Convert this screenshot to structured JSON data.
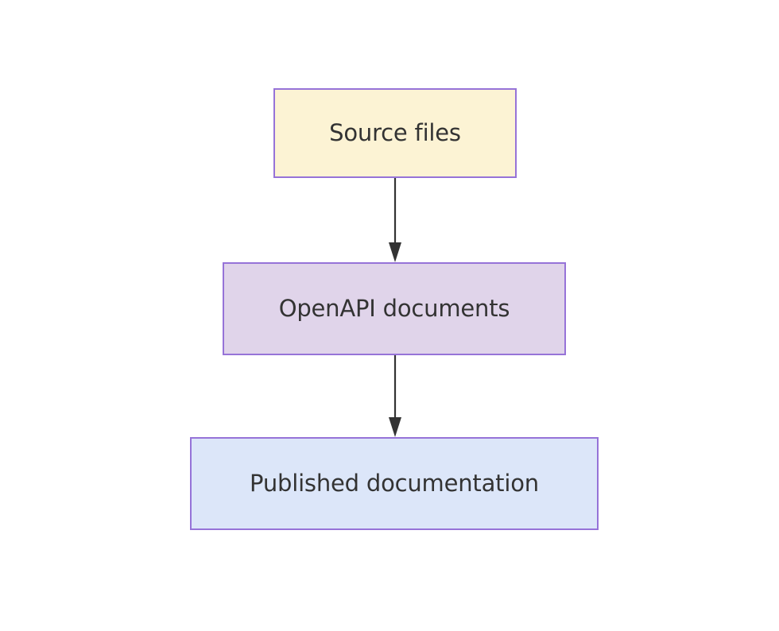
{
  "diagram": {
    "type": "flowchart",
    "direction": "top-to-bottom",
    "background_color": "#ffffff",
    "node_border_color": "#9673d8",
    "edge_color": "#333333",
    "text_color": "#333333",
    "nodes": [
      {
        "id": "source-files",
        "label": "Source files",
        "fill_color": "#fcf3d4"
      },
      {
        "id": "openapi-documents",
        "label": "OpenAPI documents",
        "fill_color": "#e0d4ea"
      },
      {
        "id": "published-documentation",
        "label": "Published documentation",
        "fill_color": "#dce6f9"
      }
    ],
    "edges": [
      {
        "id": "edge-source-to-openapi",
        "from": "source-files",
        "to": "openapi-documents",
        "arrowhead": "solid-triangle"
      },
      {
        "id": "edge-openapi-to-published",
        "from": "openapi-documents",
        "to": "published-documentation",
        "arrowhead": "solid-triangle"
      }
    ]
  }
}
